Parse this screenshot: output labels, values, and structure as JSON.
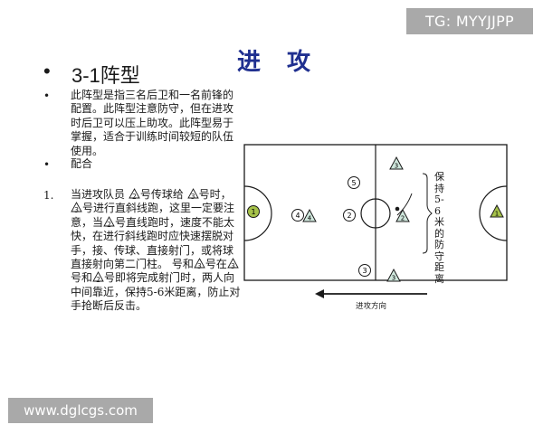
{
  "badge": "TG: MYYJJPP",
  "title": "进 攻",
  "heading": {
    "bullet": "•",
    "text": "3-1阵型"
  },
  "bullets": [
    {
      "mark": "•",
      "text": "此阵型是指三名后卫和一名前锋的配置。此阵型注意防守，但在进攻时后卫可以压上助攻。此阵型易于掌握，适合于训练时间较短的队伍使用。"
    },
    {
      "mark": "•",
      "text": "配合"
    }
  ],
  "item": {
    "number": "1.",
    "parts": [
      "当进攻队员 ",
      {
        "tri": "2"
      },
      "号传球给 ",
      {
        "tri": "3"
      },
      "号时，",
      {
        "tri": "3"
      },
      "号进行直斜线跑，这里一定要注意，当",
      {
        "tri": "2"
      },
      "号直线跑时，速度不能太快，在进行斜线跑时应快速摆脱对手，接、传球、直接射门，或将球直接射向第二门柱。    号和",
      {
        "tri": "3"
      },
      "号在",
      {
        "tri": "3"
      },
      "号和",
      {
        "tri": "2"
      },
      "号即将完成射门时，两人向中间靠近，保持5-6米距离，防止对手抢断后反击。"
    ]
  },
  "diagram": {
    "side_note": "保持5-6米的防守距离",
    "direction_label": "进攻方向",
    "circle_players": [
      "1",
      "4",
      "2",
      "5",
      "3"
    ],
    "triangle_players": [
      "4",
      "2",
      "3",
      "3",
      "1"
    ],
    "colors": {
      "line": "#1a1a1a",
      "green": "#a6c24a",
      "triangle_fill": "#cfe7dc"
    }
  },
  "watermark": "www.dglcgs.com"
}
